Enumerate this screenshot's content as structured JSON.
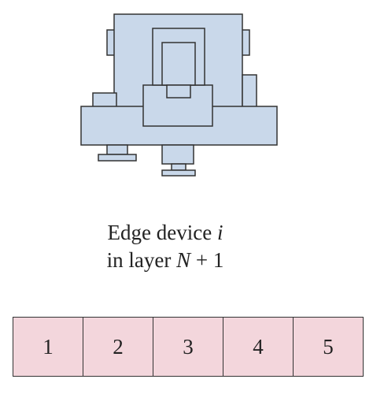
{
  "device": {
    "fill_color": "#c9d8ea",
    "stroke_color": "#333333"
  },
  "caption": {
    "line1_text": "Edge device ",
    "line1_var": "i",
    "line2_text": "in layer ",
    "line2_var": "N",
    "line2_suffix": " + 1"
  },
  "slots": {
    "fill_color": "#f3d6dc",
    "labels": [
      "1",
      "2",
      "3",
      "4",
      "5"
    ]
  }
}
